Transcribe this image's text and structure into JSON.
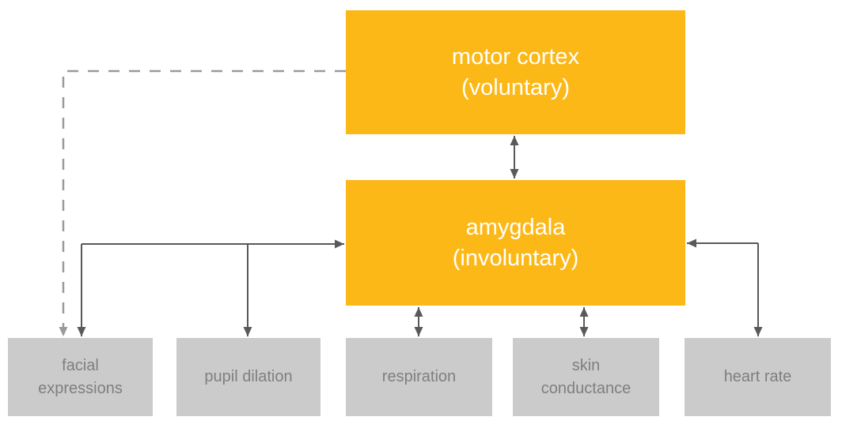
{
  "colors": {
    "canvas_bg": "#ffffff",
    "box_orange": "#fcb817",
    "box_gray": "#cbcbcb",
    "text_on_orange": "#ffffff",
    "text_on_gray": "#7f7f7f",
    "arrow_solid": "#595959",
    "arrow_dashed": "#9a9a9a"
  },
  "nodes": {
    "motor_cortex": {
      "label": "motor cortex\n(voluntary)"
    },
    "amygdala": {
      "label": "amygdala\n(involuntary)"
    },
    "outputs": [
      {
        "id": "facial-expressions",
        "label": "facial\nexpressions"
      },
      {
        "id": "pupil-dilation",
        "label": "pupil dilation"
      },
      {
        "id": "respiration",
        "label": "respiration"
      },
      {
        "id": "skin-conductance",
        "label": "skin\nconductance"
      },
      {
        "id": "heart-rate",
        "label": "heart rate"
      }
    ]
  },
  "edges": [
    {
      "from": "motor cortex (voluntary)",
      "to": "amygdala (involuntary)",
      "style": "solid",
      "direction": "bidirectional"
    },
    {
      "from": "motor cortex (voluntary)",
      "to": "facial expressions",
      "style": "dashed",
      "direction": "to-facial-expressions"
    },
    {
      "from": "amygdala (involuntary)",
      "to": "facial expressions",
      "style": "solid",
      "direction": "bidirectional-branch"
    },
    {
      "from": "amygdala (involuntary)",
      "to": "pupil dilation",
      "style": "solid",
      "direction": "bidirectional-branch"
    },
    {
      "from": "amygdala (involuntary)",
      "to": "respiration",
      "style": "solid",
      "direction": "bidirectional"
    },
    {
      "from": "amygdala (involuntary)",
      "to": "skin conductance",
      "style": "solid",
      "direction": "bidirectional"
    },
    {
      "from": "amygdala (involuntary)",
      "to": "heart rate",
      "style": "solid",
      "direction": "bidirectional"
    }
  ]
}
